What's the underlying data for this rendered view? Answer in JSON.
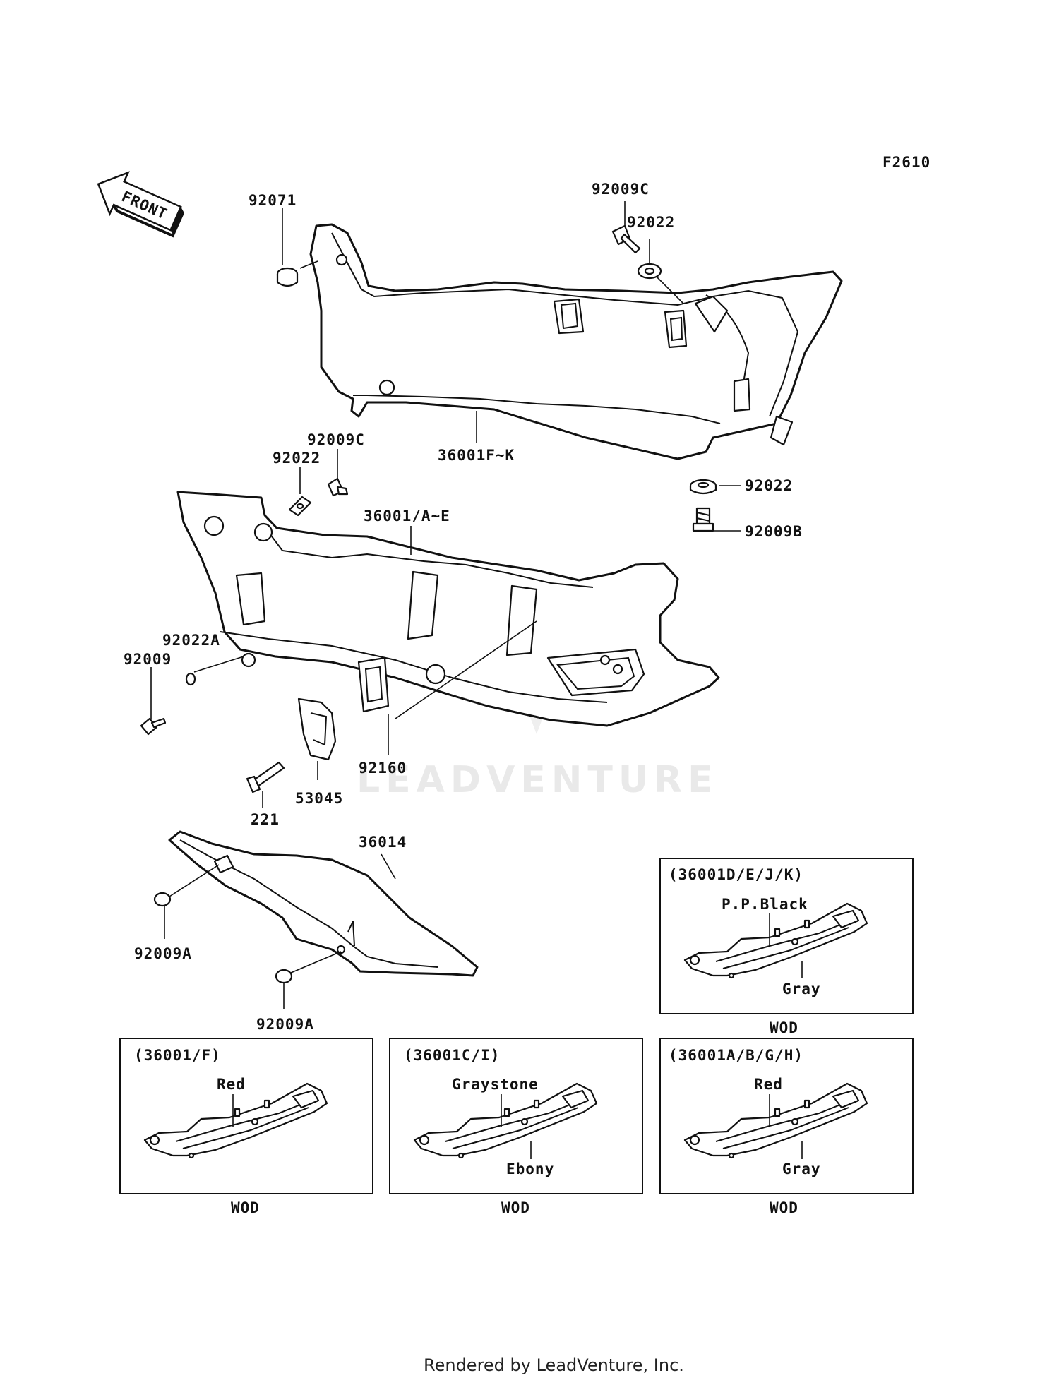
{
  "figure_code": "F2610",
  "front_label": "FRONT",
  "watermark": "LEADVENTURE",
  "footer": "Rendered by LeadVenture, Inc.",
  "callouts": {
    "p92071": "92071",
    "p92009C_top": "92009C",
    "p92022_top": "92022",
    "p36001FK": "36001F~K",
    "p92022_right": "92022",
    "p92009B": "92009B",
    "p92009C_mid": "92009C",
    "p92022_mid": "92022",
    "p36001AE": "36001/A~E",
    "p92022A": "92022A",
    "p92009": "92009",
    "p92160": "92160",
    "p53045": "53045",
    "p221": "221",
    "p36014": "36014",
    "p92009A_upper": "92009A",
    "p92009A_lower": "92009A"
  },
  "insets": [
    {
      "title": "(36001D/E/J/K)",
      "upper_label": "P.P.Black",
      "lower_label": "Gray",
      "code": "WOD"
    },
    {
      "title": "(36001/F)",
      "upper_label": "Red",
      "lower_label": "",
      "code": "WOD"
    },
    {
      "title": "(36001C/I)",
      "upper_label": "Graystone",
      "lower_label": "Ebony",
      "code": "WOD"
    },
    {
      "title": "(36001A/B/G/H)",
      "upper_label": "Red",
      "lower_label": "Gray",
      "code": "WOD"
    }
  ]
}
